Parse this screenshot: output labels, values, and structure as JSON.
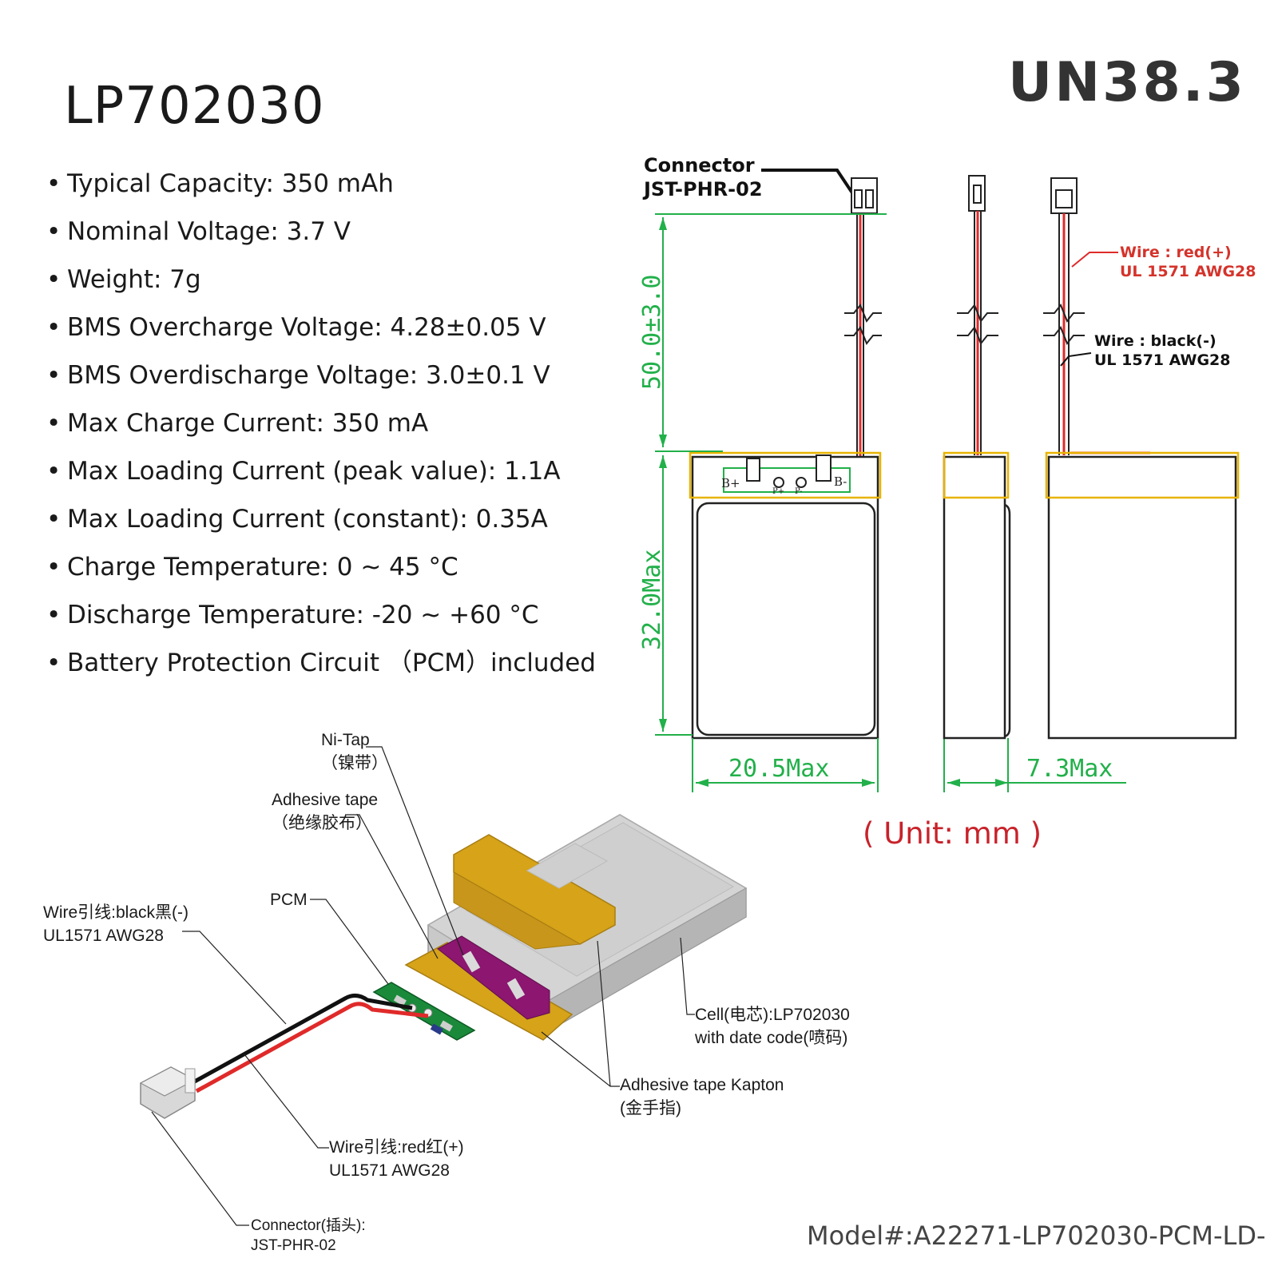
{
  "title": "LP702030",
  "certification": "UN38.3",
  "specs": [
    "Typical Capacity: 350 mAh",
    "Nominal Voltage: 3.7 V",
    "Weight: 7g",
    "BMS Overcharge Voltage: 4.28±0.05 V",
    "BMS Overdischarge Voltage: 3.0±0.1 V",
    "Max Charge Current: 350 mA",
    "Max Loading Current (peak value): 1.1A",
    "Max Loading Current (constant): 0.35A",
    "Charge Temperature: 0 ~ 45 °C",
    "Discharge Temperature: -20 ~ +60 °C",
    "Battery Protection Circuit （PCM）included"
  ],
  "drawing": {
    "connector_label": [
      "Connector",
      "JST-PHR-02"
    ],
    "wire_red": [
      "Wire : red(+)",
      "UL 1571 AWG28"
    ],
    "wire_black": [
      "Wire : black(-)",
      "UL 1571 AWG28"
    ],
    "dim_wire_length": "50.0±3.0",
    "dim_height": "32.0Max",
    "dim_width": "20.5Max",
    "dim_thickness": "7.3Max",
    "pcm_pads": [
      "B+",
      "P+",
      "P-",
      "B-"
    ],
    "unit": "( Unit: mm )"
  },
  "exploded": {
    "ni_tap": [
      "Ni-Tap",
      "（镍带）"
    ],
    "adhesive_tape": [
      "Adhesive tape",
      "（绝缘胶布）"
    ],
    "pcm": "PCM",
    "wire_black": [
      "Wire引线:black黑(-)",
      "UL1571 AWG28"
    ],
    "wire_red": [
      "Wire引线:red红(+)",
      "UL1571 AWG28"
    ],
    "cell": [
      "Cell(电芯):LP702030",
      "with date code(喷码)"
    ],
    "kapton": [
      "Adhesive tape Kapton",
      "(金手指)"
    ],
    "connector": [
      "Connector(插头):",
      "JST-PHR-02"
    ]
  },
  "model": "Model#:A22271-LP702030-PCM-LD-",
  "colors": {
    "dimension": "#22b04a",
    "wire_red": "#e02a2a",
    "highlight": "#e8b400",
    "kapton": "#d6a319",
    "tape": "#8c1670",
    "pcb": "#1a8a3a"
  }
}
